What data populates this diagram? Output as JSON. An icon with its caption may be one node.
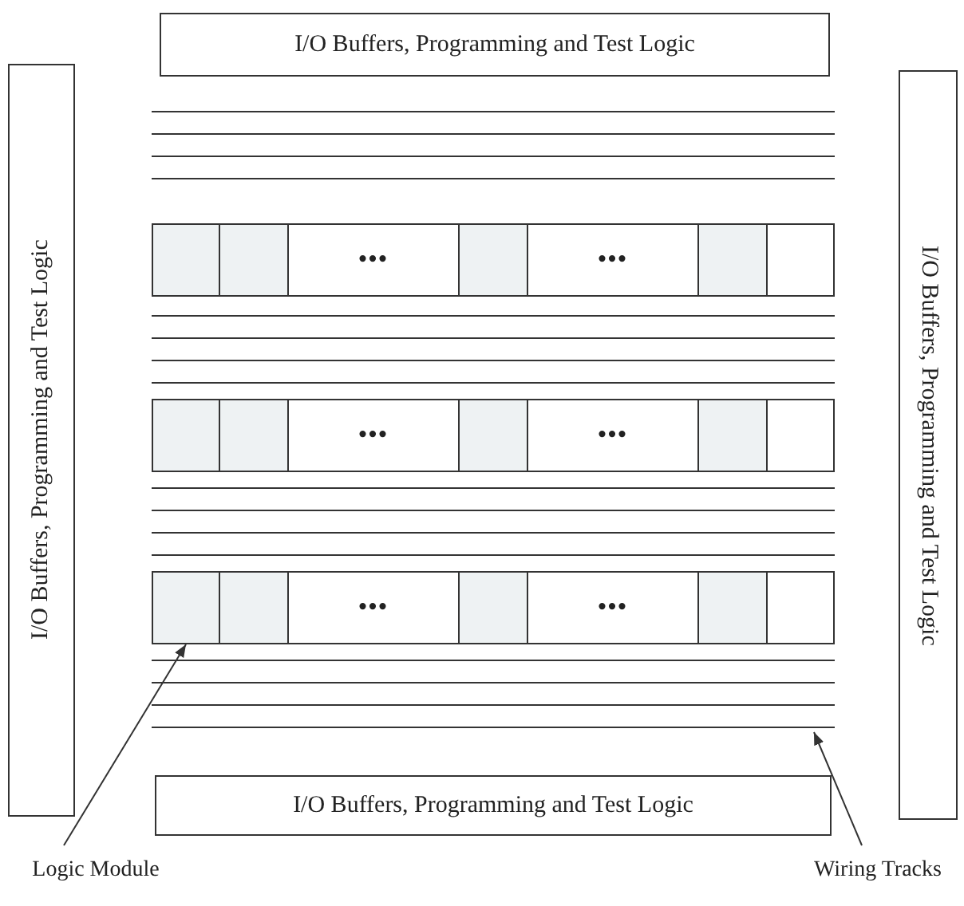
{
  "diagram": {
    "nodes": [
      {
        "text": [
          "I/O Buffers, Programming and Test Logic"
        ]
      },
      {
        "text": [
          "I/O Buffers, Programming and Test Logic"
        ]
      },
      {
        "text": [
          "I/O Buffers, Programming and Test Logic"
        ]
      },
      {
        "text": [],
        "shape": "box"
      },
      {
        "text": [],
        "shape": "box"
      },
      {
        "text": [
          "•••"
        ]
      },
      {
        "text": [],
        "shape": "box"
      },
      {
        "text": [
          "•••"
        ]
      },
      {
        "text": [],
        "shape": "box"
      },
      {
        "text": [],
        "shape": "box"
      },
      {
        "text": [],
        "shape": "box"
      },
      {
        "text": [],
        "shape": "box"
      },
      {
        "text": [
          "•••"
        ]
      },
      {
        "text": [],
        "shape": "box"
      },
      {
        "text": [
          "•••"
        ]
      },
      {
        "text": [],
        "shape": "box"
      },
      {
        "text": [],
        "shape": "box"
      },
      {
        "text": [],
        "shape": "box"
      },
      {
        "text": [],
        "shape": "box"
      },
      {
        "text": [
          "•••"
        ]
      },
      {
        "text": [],
        "shape": "box"
      },
      {
        "text": [
          "•••"
        ]
      },
      {
        "text": [],
        "shape": "box"
      },
      {
        "text": [],
        "shape": "box"
      },
      {
        "text": [
          "I/O Buffers, Programming and Test Logic"
        ]
      },
      {
        "text": [
          "Logic Module"
        ]
      },
      {
        "text": [
          "Wiring Tracks"
        ]
      }
    ],
    "edges": [
      {
        "from": 25,
        "to": 17,
        "arrow": "to"
      },
      {
        "from": 26,
        "to": null,
        "arrow": "to"
      }
    ]
  }
}
